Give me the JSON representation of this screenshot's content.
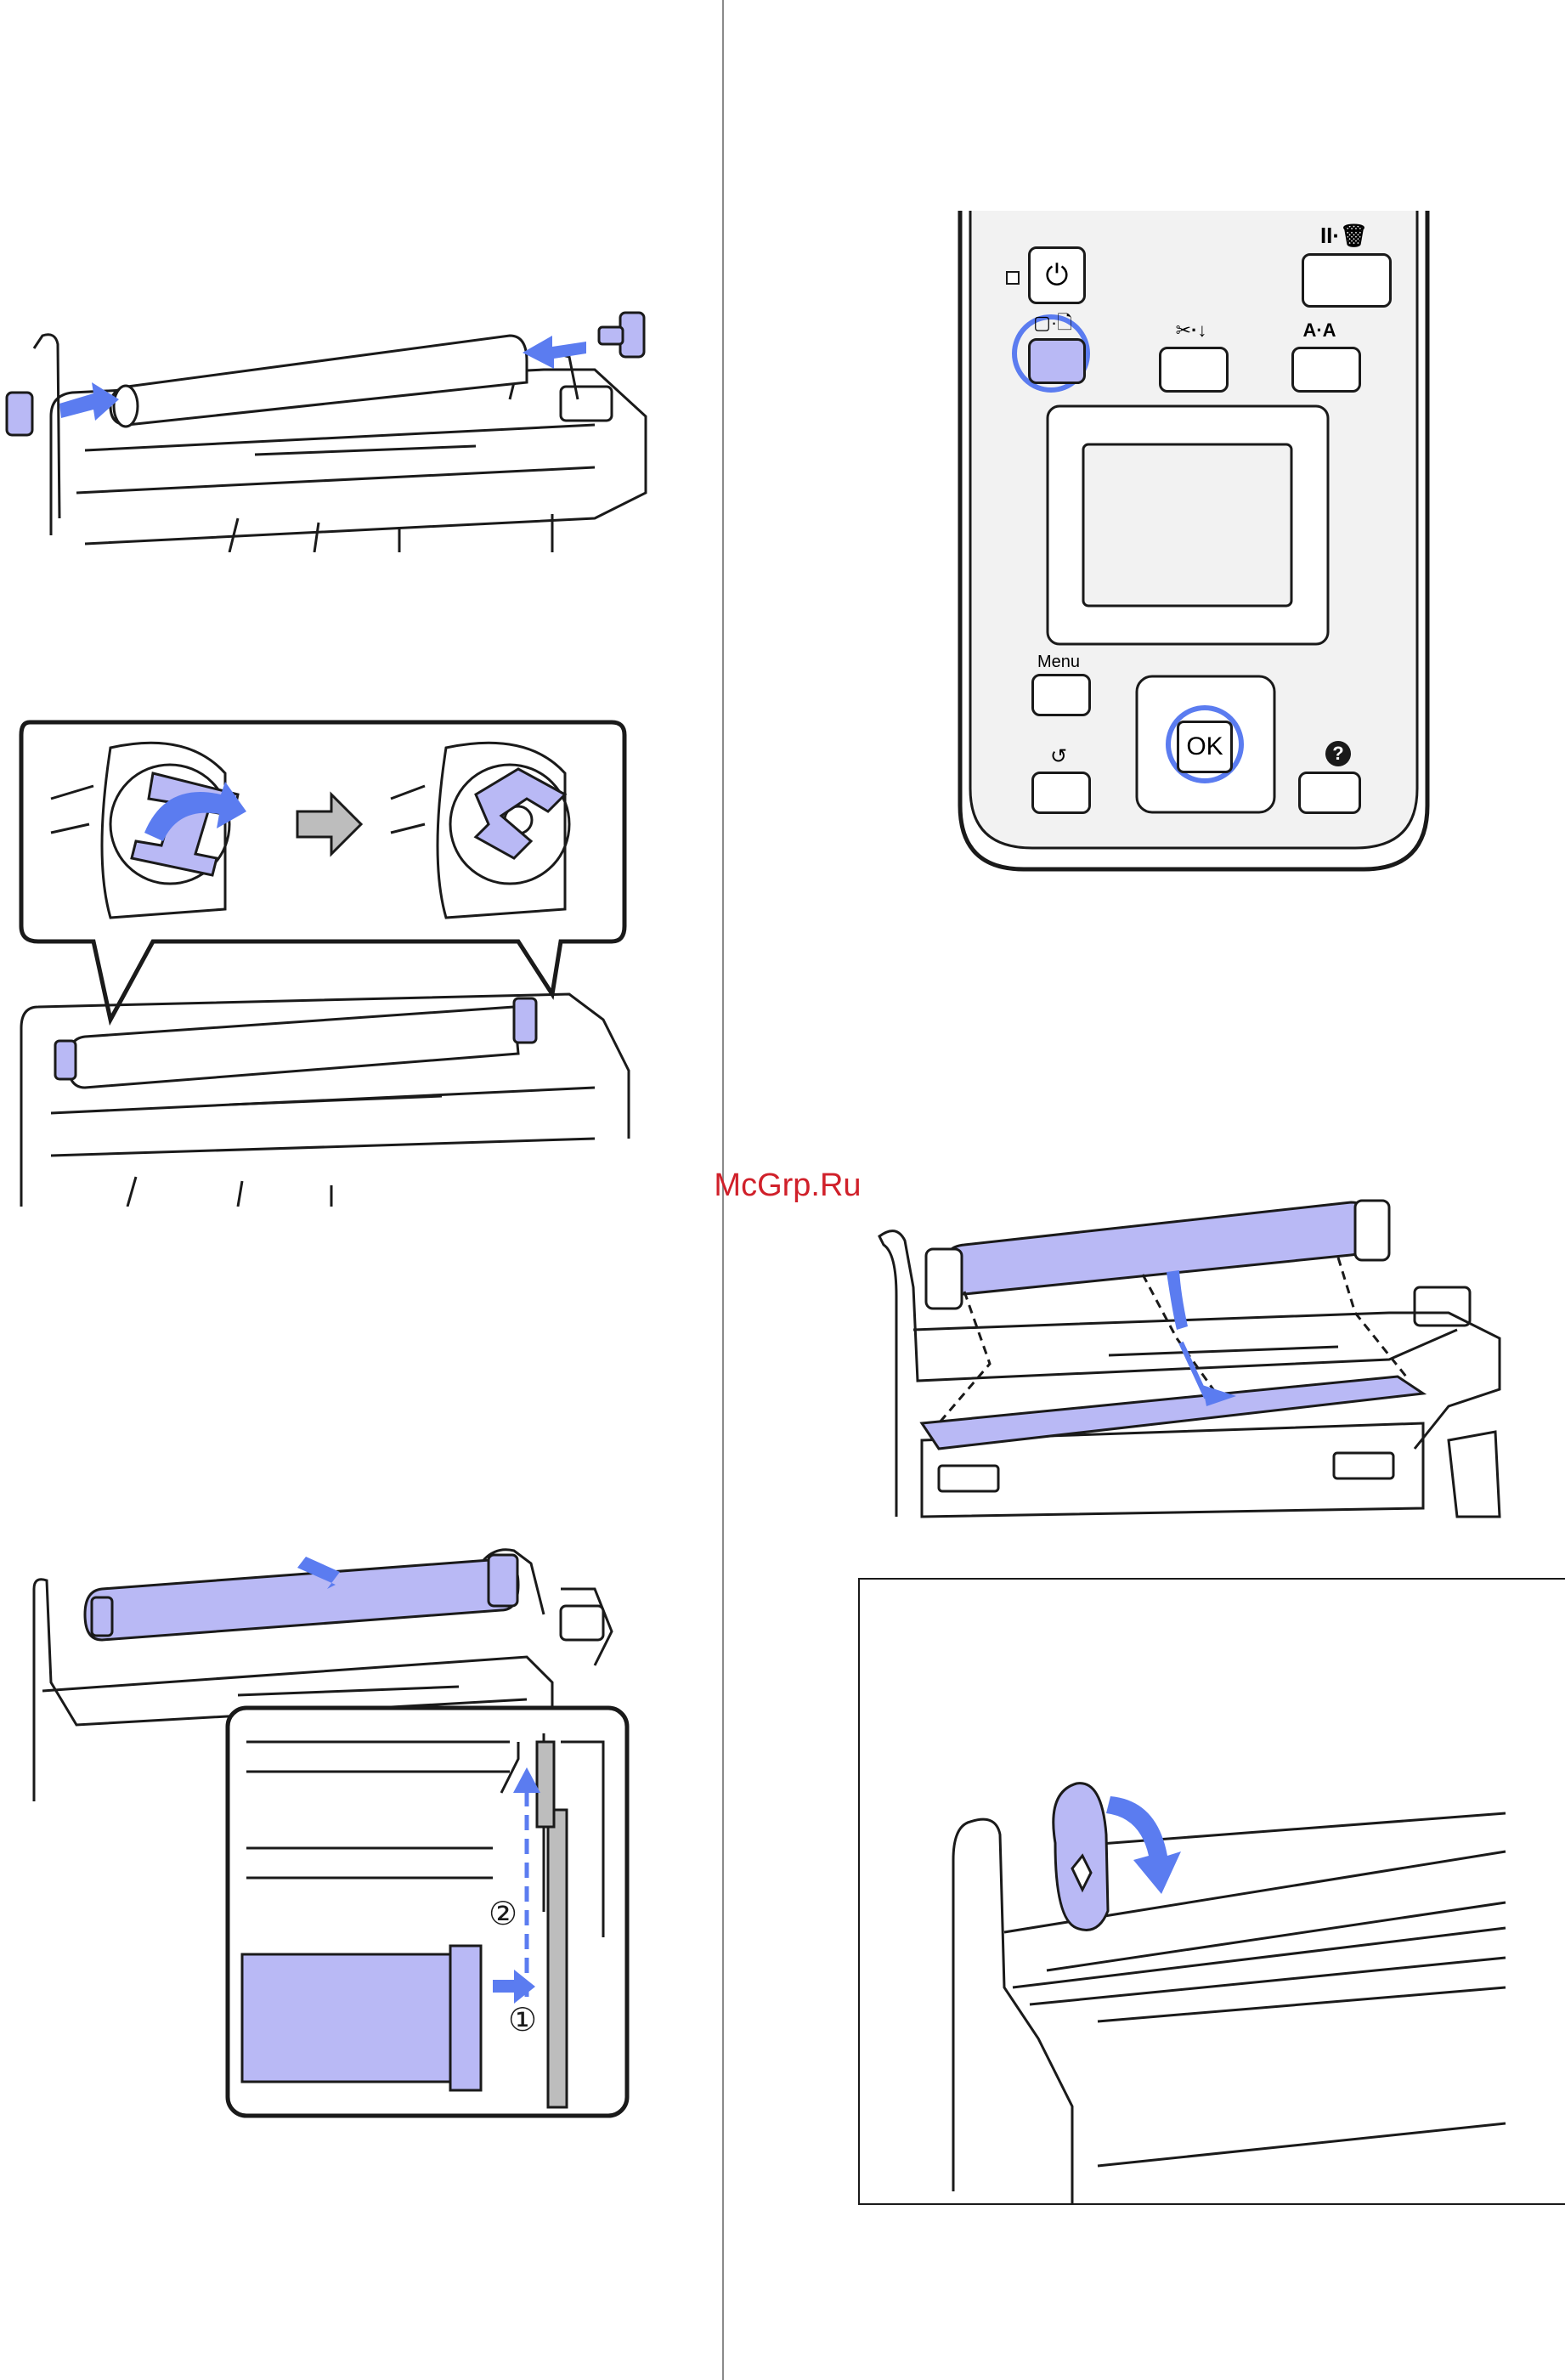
{
  "watermark": "McGrp.Ru",
  "control_panel": {
    "menu_label": "Menu",
    "ok_label": "OK",
    "pause_cancel_label": "II·🗑",
    "paper_source_label": "▢·🗋",
    "cut_feed_label": "✂·↓",
    "head_align_label": "A·A",
    "help_label": "?",
    "back_label": "↺"
  },
  "step_markers": {
    "marker_1": "①",
    "marker_2": "②"
  },
  "colors": {
    "accent_blue": "#5b7cf0",
    "roll_fill": "#b9b9f5",
    "arrow_gray": "#bdbdbd",
    "line": "#1a1a1a"
  }
}
